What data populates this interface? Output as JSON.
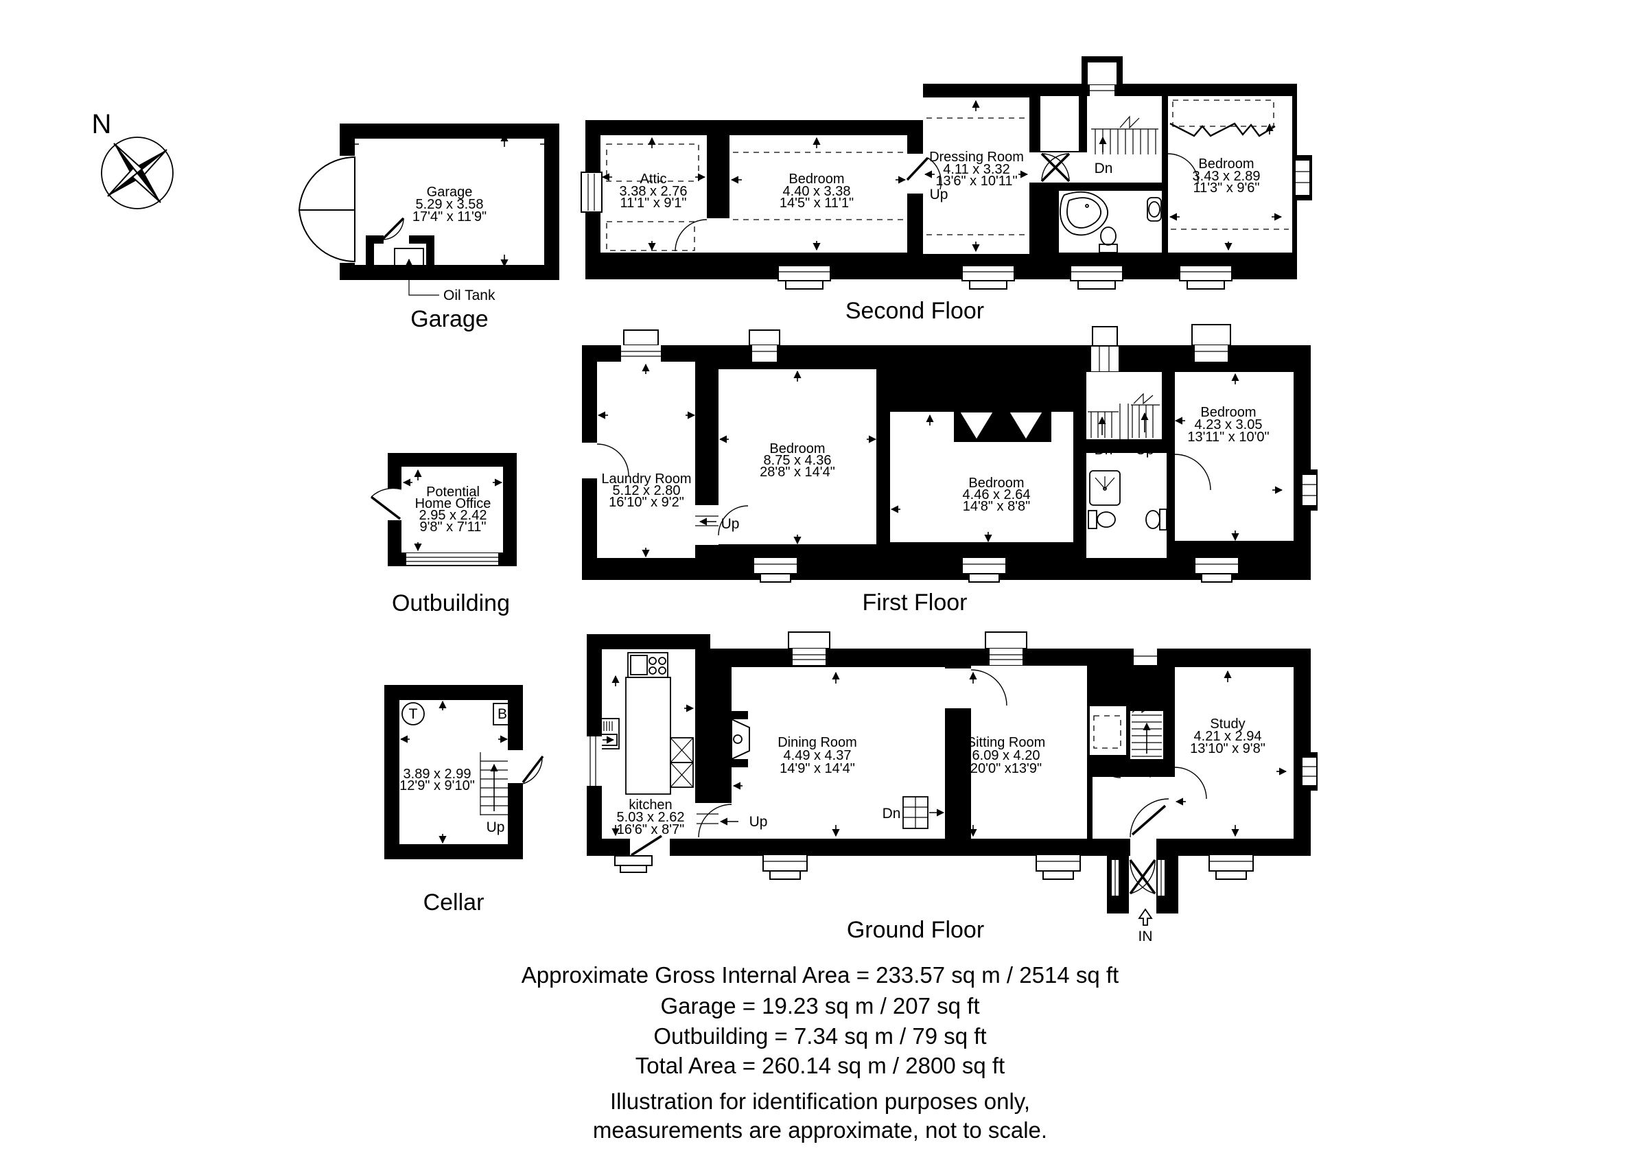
{
  "compass": {
    "north_label": "N"
  },
  "stairs": {
    "up": "Up",
    "down": "Dn"
  },
  "entrance": {
    "in_label": "IN"
  },
  "plans": {
    "garage": {
      "title": "Garage",
      "oil_tank_label": "Oil Tank",
      "rooms": {
        "garage": {
          "name": "Garage",
          "metric": "5.29 x 3.58",
          "imperial": "17'4\" x 11'9\""
        }
      }
    },
    "second_floor": {
      "title": "Second Floor",
      "rooms": {
        "attic": {
          "name": "Attic",
          "metric": "3.38 x 2.76",
          "imperial": "11'1\" x 9'1\""
        },
        "bedroom_left": {
          "name": "Bedroom",
          "metric": "4.40 x 3.38",
          "imperial": "14'5\" x 11'1\""
        },
        "dressing": {
          "name": "Dressing Room",
          "metric": "4.11 x 3.32",
          "imperial": "13'6\" x 10'11\""
        },
        "bedroom_right": {
          "name": "Bedroom",
          "metric": "3.43 x 2.89",
          "imperial": "11'3\" x 9'6\""
        }
      }
    },
    "outbuilding": {
      "title": "Outbuilding",
      "rooms": {
        "office": {
          "line1": "Potential",
          "line2": "Home Office",
          "metric": "2.95 x 2.42",
          "imperial": "9'8\" x 7'11\""
        }
      }
    },
    "first_floor": {
      "title": "First Floor",
      "rooms": {
        "laundry": {
          "name": "Laundry Room",
          "metric": "5.12 x 2.80",
          "imperial": "16'10\" x 9'2\""
        },
        "bedroom_large": {
          "name": "Bedroom",
          "metric": "8.75 x 4.36",
          "imperial": "28'8\" x 14'4\""
        },
        "bedroom_mid": {
          "name": "Bedroom",
          "metric": "4.46 x 2.64",
          "imperial": "14'8\" x 8'8\""
        },
        "bedroom_right": {
          "name": "Bedroom",
          "metric": "4.23 x 3.05",
          "imperial": "13'11\" x 10'0\""
        }
      }
    },
    "cellar": {
      "title": "Cellar",
      "tank_label": "T",
      "boiler_label": "B",
      "rooms": {
        "cellar": {
          "metric": "3.89 x 2.99",
          "imperial": "12'9\" x 9'10\""
        }
      }
    },
    "ground_floor": {
      "title": "Ground Floor",
      "rooms": {
        "kitchen": {
          "name": "kitchen",
          "metric": "5.03 x 2.62",
          "imperial": "16'6\" x 8'7\""
        },
        "dining": {
          "name": "Dining Room",
          "metric": "4.49 x 4.37",
          "imperial": "14'9\" x 14'4\""
        },
        "sitting": {
          "name": "Sitting Room",
          "metric": "6.09 x 4.20",
          "imperial": "20'0\" x13'9\""
        },
        "study": {
          "name": "Study",
          "metric": "4.21 x 2.94",
          "imperial": "13'10\" x 9'8\""
        }
      }
    }
  },
  "footer": {
    "area_lines": [
      "Approximate Gross Internal Area = 233.57 sq m / 2514 sq ft",
      "Garage = 19.23 sq m / 207 sq ft",
      "Outbuilding = 7.34 sq m / 79 sq ft",
      "Total Area = 260.14 sq m / 2800 sq ft"
    ],
    "disclaimer_lines": [
      "Illustration for identification purposes only,",
      "measurements are approximate, not to scale."
    ]
  }
}
